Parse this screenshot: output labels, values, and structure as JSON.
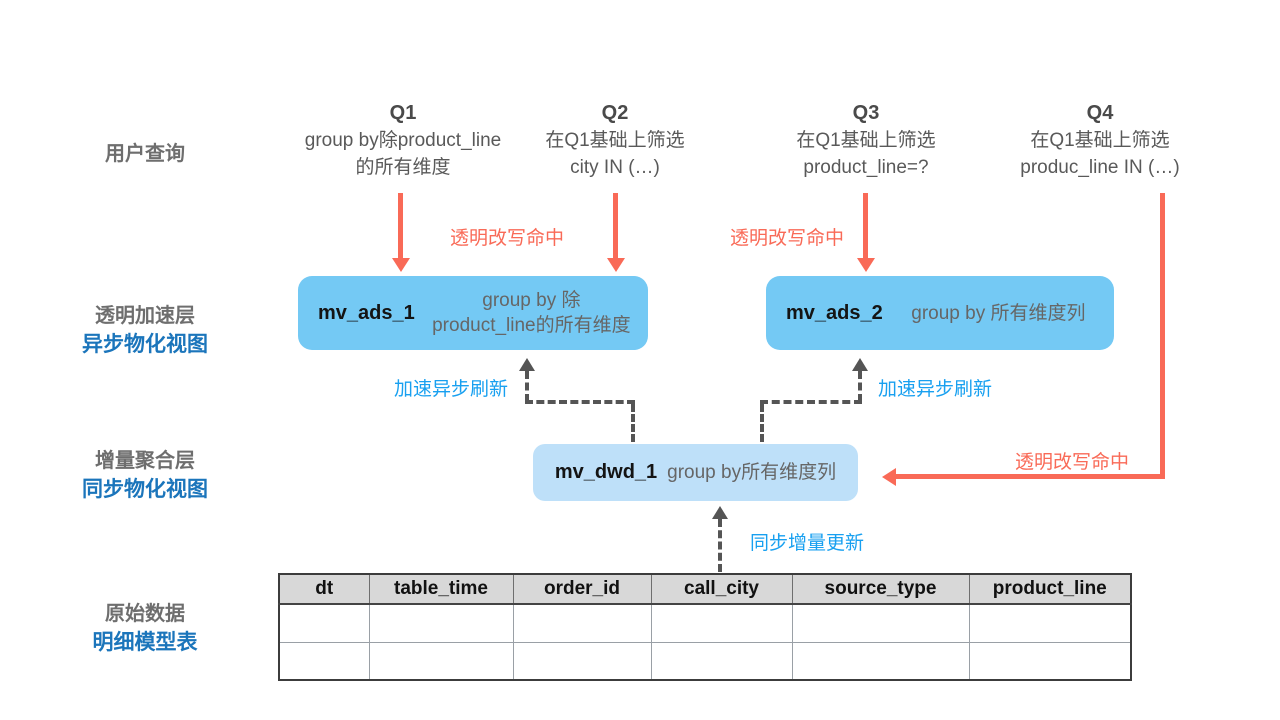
{
  "left_labels": {
    "user_query": "用户查询",
    "accel": {
      "gray": "透明加速层",
      "blue": "异步物化视图"
    },
    "incr": {
      "gray": "增量聚合层",
      "blue": "同步物化视图"
    },
    "raw": {
      "gray": "原始数据",
      "blue": "明细模型表"
    }
  },
  "queries": [
    {
      "name": "Q1",
      "line1": "group by除product_line",
      "line2": "的所有维度"
    },
    {
      "name": "Q2",
      "line1": "在Q1基础上筛选",
      "line2": "city IN (…)"
    },
    {
      "name": "Q3",
      "line1": "在Q1基础上筛选",
      "line2": "product_line=?"
    },
    {
      "name": "Q4",
      "line1": "在Q1基础上筛选",
      "line2": "produc_line IN (…)"
    }
  ],
  "views": {
    "mv_ads_1": {
      "name": "mv_ads_1",
      "desc_line1": "group by 除",
      "desc_line2": "product_line的所有维度"
    },
    "mv_ads_2": {
      "name": "mv_ads_2",
      "desc_line1": "group by 所有维度列"
    },
    "mv_dwd_1": {
      "name": "mv_dwd_1",
      "desc_line1": "group by所有维度列"
    }
  },
  "annotations": {
    "rewrite_hit": "透明改写命中",
    "async_refresh": "加速异步刷新",
    "sync_update": "同步增量更新"
  },
  "table": {
    "headers": [
      "dt",
      "table_time",
      "order_id",
      "call_city",
      "source_type",
      "product_line"
    ],
    "rows": [
      [
        "",
        "",
        "",
        "",
        "",
        ""
      ],
      [
        "",
        "",
        "",
        "",
        "",
        ""
      ]
    ]
  },
  "colors": {
    "box_blue": "#74C9F4",
    "box_light_blue": "#BEE0F9",
    "arrow_red": "#F96A57",
    "annotation_blue": "#18A0F0",
    "layer_label_blue": "#1B75BB",
    "layer_label_gray": "#6E6E6E",
    "desc_gray": "#666666",
    "table_header_bg": "#D8D8D8"
  }
}
